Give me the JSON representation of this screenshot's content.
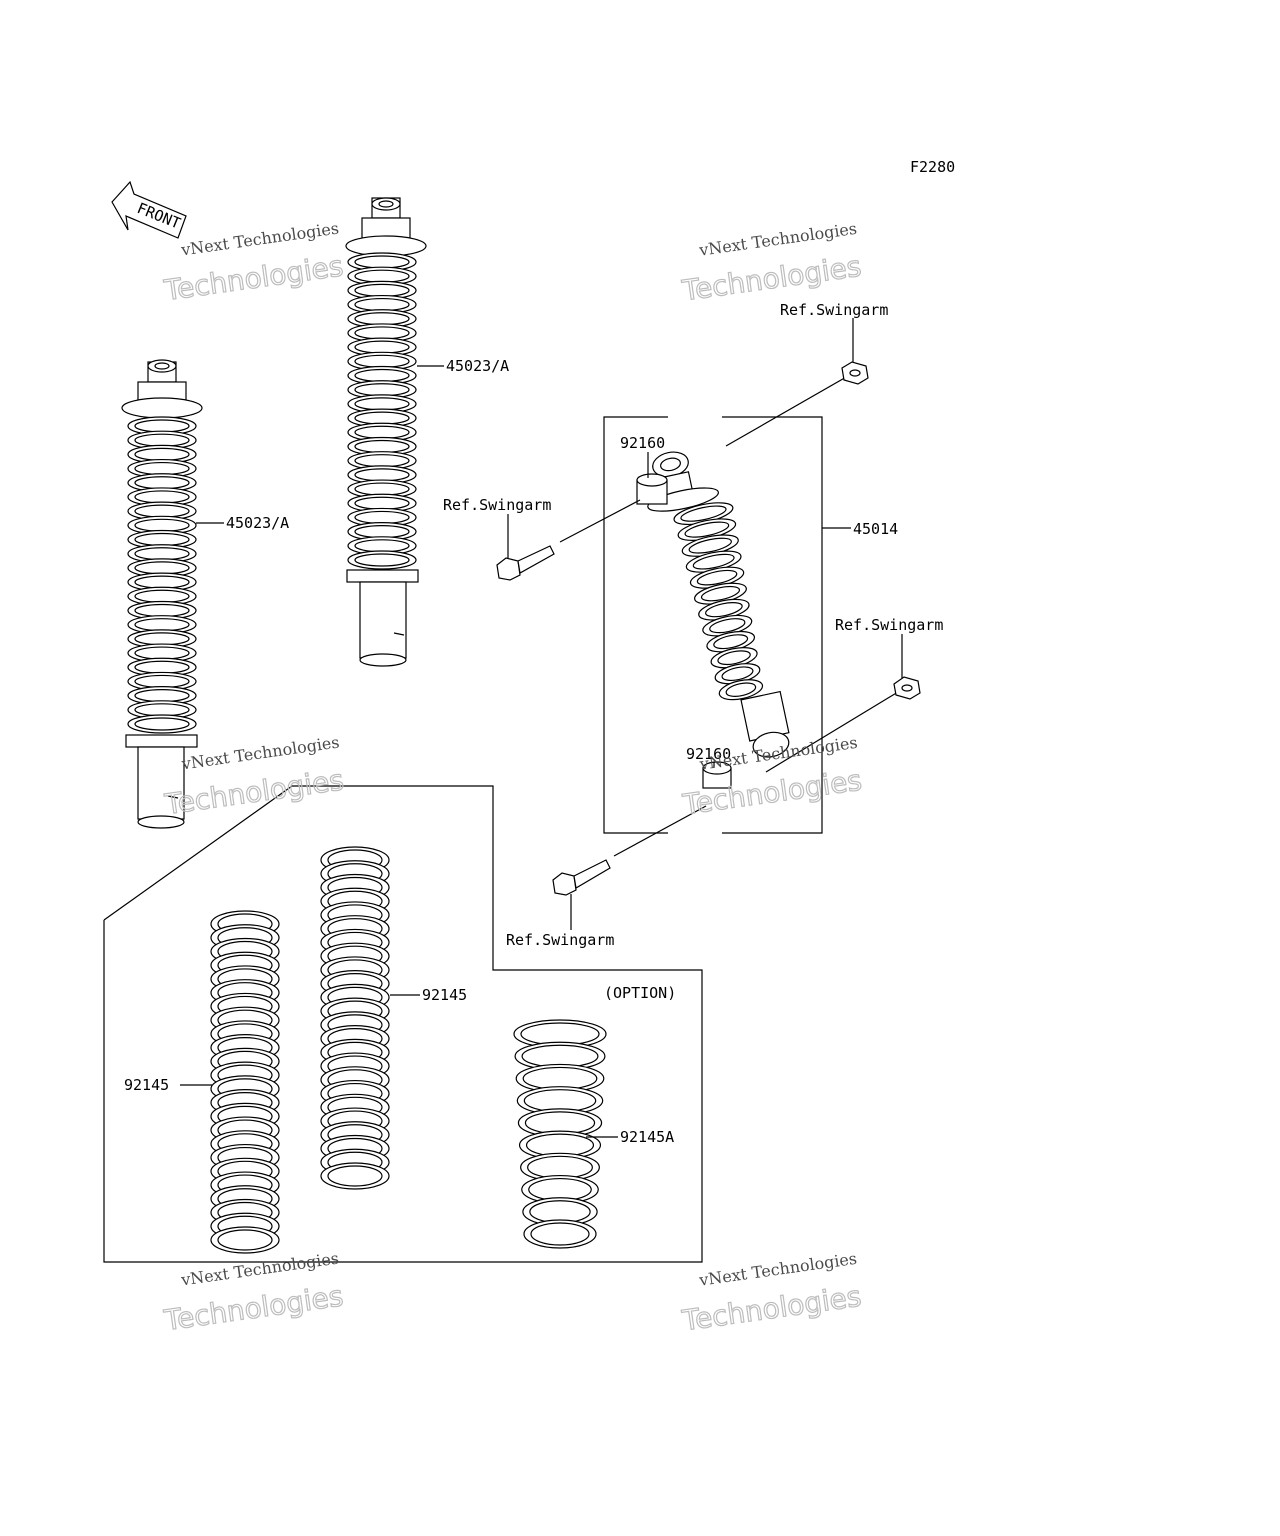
{
  "figure_code": "F2280",
  "front_label": "FRONT",
  "watermark": {
    "line1": "vNext Technologies",
    "line2": "Technologies"
  },
  "labels": {
    "shock_a_upper": "45023/A",
    "shock_a_lower": "45023/A",
    "shock_45014": "45014",
    "collar_top": "92160",
    "collar_bottom": "92160",
    "ref_top_right": "Ref.Swingarm",
    "ref_top_left": "Ref.Swingarm",
    "ref_mid_right": "Ref.Swingarm",
    "ref_bottom": "Ref.Swingarm",
    "spring_mid": "92145",
    "spring_left": "92145",
    "spring_option": "92145A",
    "option": "(OPTION)"
  }
}
